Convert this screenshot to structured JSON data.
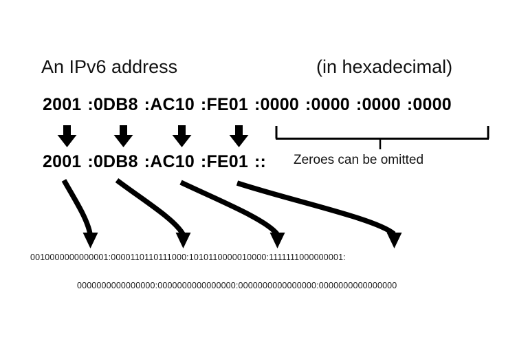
{
  "slide": {
    "background_color": "#ffffff",
    "ink_color": "#000000"
  },
  "header": {
    "title": "An IPv6 address",
    "note": "(in hexadecimal)"
  },
  "address": {
    "full": {
      "label": "full-hex-address",
      "groups": [
        {
          "sep": "",
          "value": "2001"
        },
        {
          "sep": ":",
          "value": "0DB8"
        },
        {
          "sep": ":",
          "value": "AC10"
        },
        {
          "sep": ":",
          "value": "FE01"
        },
        {
          "sep": ":",
          "value": "0000"
        },
        {
          "sep": ":",
          "value": "0000"
        },
        {
          "sep": ":",
          "value": "0000"
        },
        {
          "sep": ":",
          "value": "0000"
        }
      ],
      "text": "2001 :0DB8 :AC10 :FE01 :0000 :0000 :0000 :0000"
    },
    "compressed": {
      "label": "compressed-hex-address",
      "groups": [
        {
          "sep": "",
          "value": "2001"
        },
        {
          "sep": ":",
          "value": "0DB8"
        },
        {
          "sep": ":",
          "value": "AC10"
        },
        {
          "sep": ":",
          "value": "FE01"
        },
        {
          "sep": ":",
          "value": ":"
        }
      ],
      "text": "2001 :0DB8 :AC10 :FE01 ::"
    }
  },
  "annotations": {
    "bracket_caption": "Zeroes can be omitted",
    "down_arrow_count": 4,
    "curved_arrow_count": 4
  },
  "binary": {
    "line1": "0010000000000001:0000110110111000:1010110000010000:1111111000000001:",
    "line2": "0000000000000000:0000000000000000:0000000000000000:0000000000000000"
  },
  "chart_data": {
    "type": "diagram",
    "title": "An IPv6 address (in hexadecimal)",
    "annotations": [
      "Zeroes can be omitted"
    ],
    "rows": [
      "2001 :0DB8 :AC10 :FE01 :0000 :0000 :0000 :0000",
      "2001 :0DB8 :AC10 :FE01 ::",
      "0010000000000001:0000110110111000:1010110000010000:1111111000000001:",
      "0000000000000000:0000000000000000:0000000000000000:0000000000000000"
    ]
  }
}
